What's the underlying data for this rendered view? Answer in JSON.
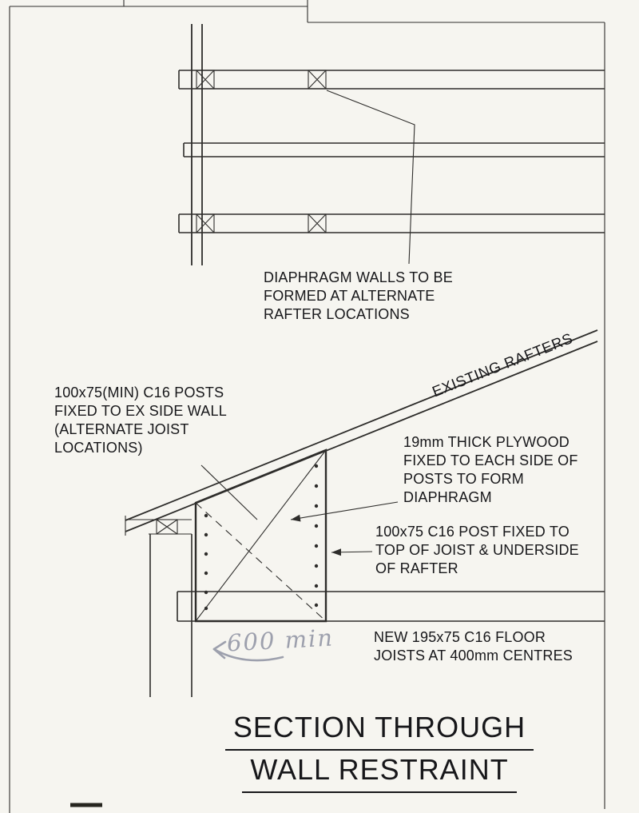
{
  "colors": {
    "background": "#f6f5f0",
    "line": "#2e2d2b",
    "text": "#17171a",
    "pencil": "#9da0ad"
  },
  "plan_view": {
    "note": "DIAPHRAGM WALLS TO BE\nFORMED AT ALTERNATE\nRAFTER LOCATIONS"
  },
  "section_view": {
    "existing_rafters_label": "EXISTING RAFTERS",
    "posts_note": "100x75(MIN) C16 POSTS\nFIXED TO EX SIDE WALL\n(ALTERNATE JOIST\nLOCATIONS)",
    "plywood_note": "19mm THICK PLYWOOD\nFIXED TO EACH SIDE OF\nPOSTS TO FORM\nDIAPHRAGM",
    "post_fixing_note": "100x75 C16 POST FIXED TO\nTOP OF JOIST & UNDERSIDE\nOF RAFTER",
    "floor_joists_note": "NEW 195x75 C16 FLOOR\nJOISTS AT 400mm CENTRES",
    "handwritten_dimension": "600 min"
  },
  "title": {
    "line1": "SECTION THROUGH",
    "line2": "WALL RESTRAINT"
  }
}
